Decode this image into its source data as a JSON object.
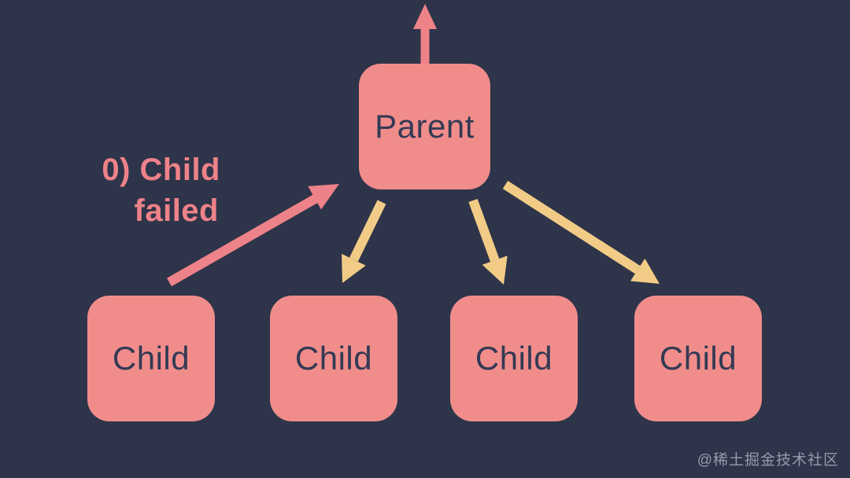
{
  "diagram": {
    "title_hint": "supervision-tree",
    "parent": {
      "label": "Parent"
    },
    "children": [
      {
        "label": "Child"
      },
      {
        "label": "Child"
      },
      {
        "label": "Child"
      },
      {
        "label": "Child"
      }
    ],
    "annotation": {
      "lines": [
        "0) Child",
        "failed"
      ],
      "text": "0) Child failed"
    },
    "arrows": [
      {
        "name": "escalate-up-arrow",
        "from": "parent",
        "to": "off-canvas-top",
        "color": "pink"
      },
      {
        "name": "child-failed-arrow",
        "from": "child-1",
        "to": "parent",
        "color": "pink"
      },
      {
        "name": "restart-arrow-1",
        "from": "parent",
        "to": "child-2",
        "color": "yellow"
      },
      {
        "name": "restart-arrow-2",
        "from": "parent",
        "to": "child-3",
        "color": "yellow"
      },
      {
        "name": "restart-arrow-3",
        "from": "parent",
        "to": "child-4",
        "color": "yellow"
      }
    ],
    "watermark": "@稀土掘金技术社区"
  },
  "colors": {
    "background": "#2e3449",
    "node_fill": "#f08d8b",
    "node_text": "#333a54",
    "pink_arrow": "#ee8289",
    "annotation_text": "#ee8289",
    "yellow_arrow": "#f2cc87",
    "watermark": "#a8aebc"
  }
}
